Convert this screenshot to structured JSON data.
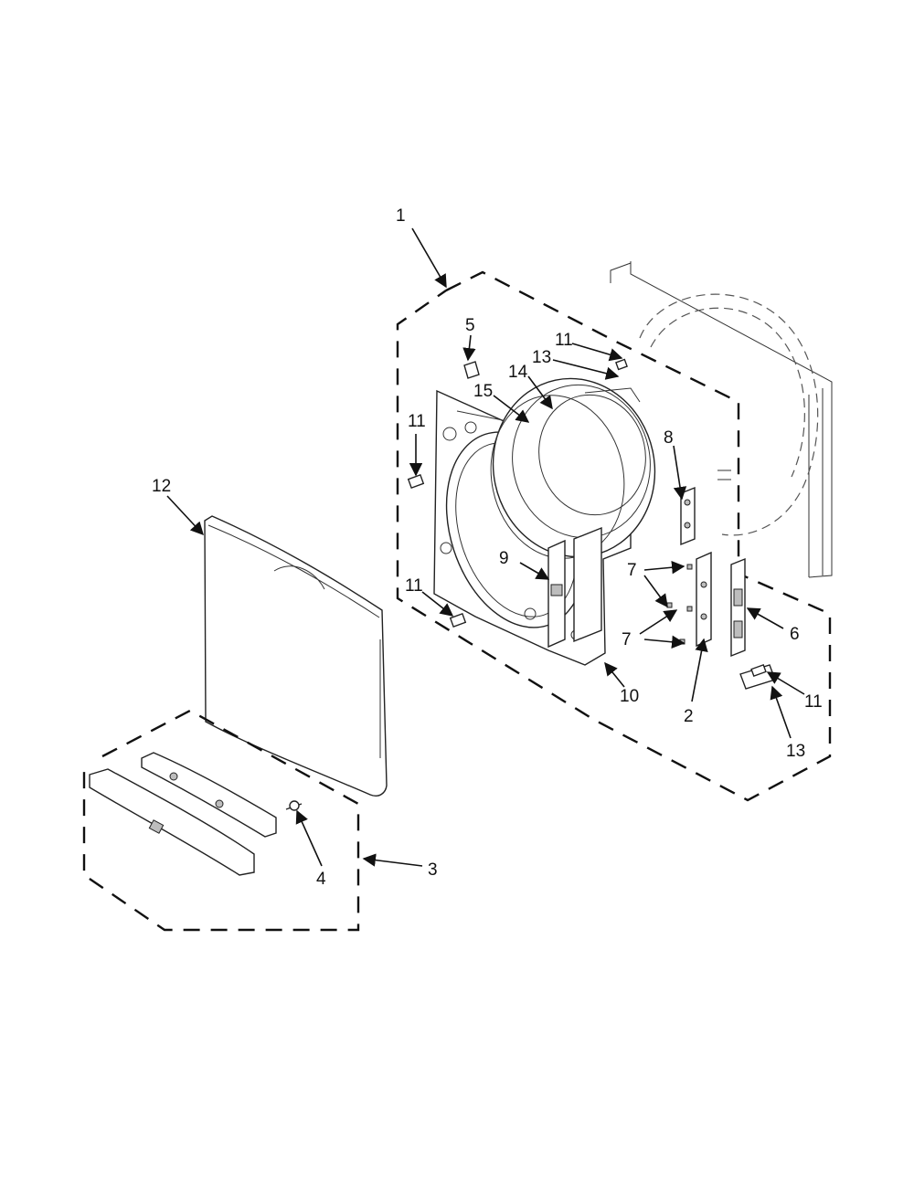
{
  "callouts": [
    {
      "key": "c1",
      "text": "1"
    },
    {
      "key": "c2",
      "text": "2"
    },
    {
      "key": "c3",
      "text": "3"
    },
    {
      "key": "c4",
      "text": "4"
    },
    {
      "key": "c5",
      "text": "5"
    },
    {
      "key": "c6",
      "text": "6"
    },
    {
      "key": "c7a",
      "text": "7"
    },
    {
      "key": "c7b",
      "text": "7"
    },
    {
      "key": "c8",
      "text": "8"
    },
    {
      "key": "c9",
      "text": "9"
    },
    {
      "key": "c10",
      "text": "10"
    },
    {
      "key": "c11a",
      "text": "11"
    },
    {
      "key": "c11b",
      "text": "11"
    },
    {
      "key": "c11c",
      "text": "11"
    },
    {
      "key": "c11d",
      "text": "11"
    },
    {
      "key": "c12",
      "text": "12"
    },
    {
      "key": "c13a",
      "text": "13"
    },
    {
      "key": "c13b",
      "text": "13"
    },
    {
      "key": "c14",
      "text": "14"
    },
    {
      "key": "c15",
      "text": "15"
    }
  ],
  "colors": {
    "ink": "#111111",
    "paper": "#ffffff"
  }
}
